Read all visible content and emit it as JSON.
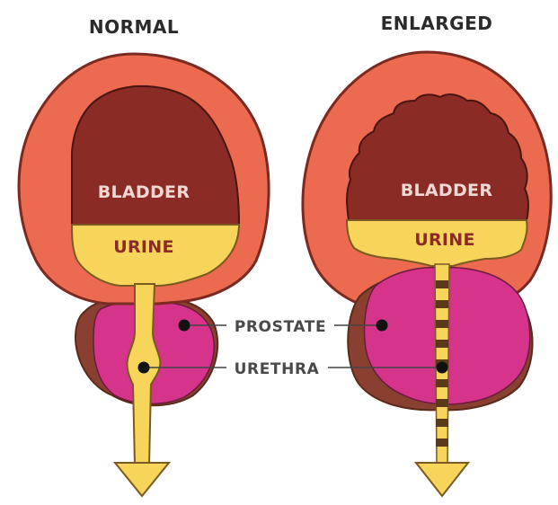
{
  "titles": {
    "normal": "NORMAL",
    "enlarged": "ENLARGED"
  },
  "normal": {
    "bladder_label": "BLADDER",
    "urine_label": "URINE"
  },
  "enlarged": {
    "bladder_label": "BLADDER",
    "urine_label": "URINE"
  },
  "callouts": {
    "prostate": "PROSTATE",
    "urethra": "URETHRA"
  },
  "colors": {
    "bladder_wall": "#ec6a4f",
    "bladder_wall_stroke": "#7a2a20",
    "bladder_interior": "#8a2b26",
    "urine": "#f7d45a",
    "urine_stroke": "#7a5a20",
    "prostate": "#d6338a",
    "prostate_capsule": "#8a4030",
    "urethra_dark": "#5a3a1a",
    "marker": "#111111",
    "callout_line": "#444444",
    "bladder_text": "#f2d7d2",
    "urine_text": "#8a2b26"
  }
}
